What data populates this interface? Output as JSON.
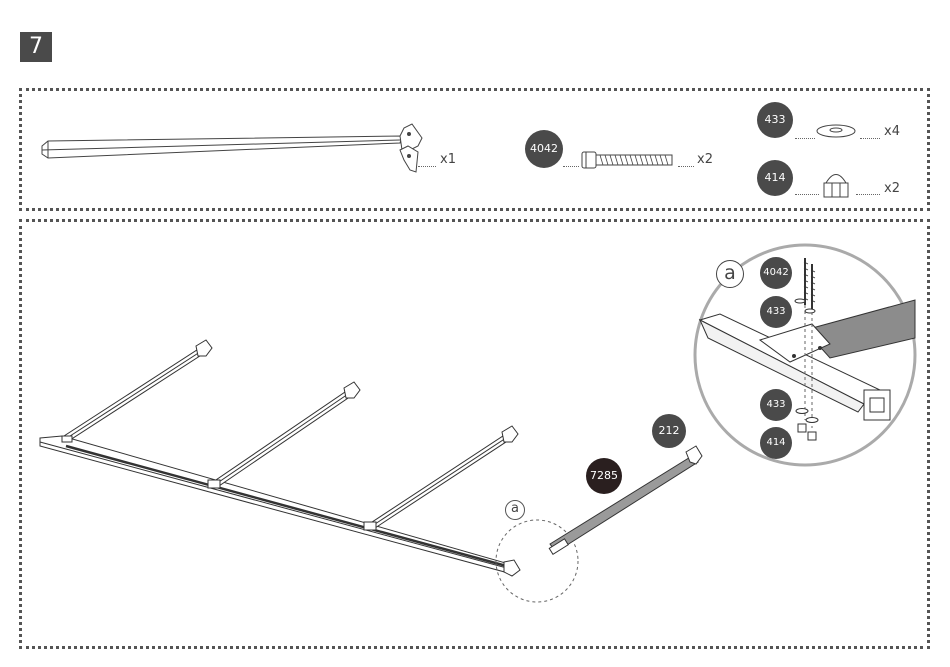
{
  "step": "7",
  "parts": {
    "rail_qty": "x1",
    "bolt": {
      "id": "4042",
      "qty": "x2"
    },
    "washer": {
      "id": "433",
      "qty": "x4"
    },
    "nut": {
      "id": "414",
      "qty": "x2"
    }
  },
  "assembly": {
    "beam_212": "212",
    "beam_7285": "7285",
    "detail_marker": "a"
  },
  "detail": {
    "letter": "a",
    "bolt_id": "4042",
    "washer_top_id": "433",
    "washer_bottom_id": "433",
    "nut_id": "414"
  }
}
